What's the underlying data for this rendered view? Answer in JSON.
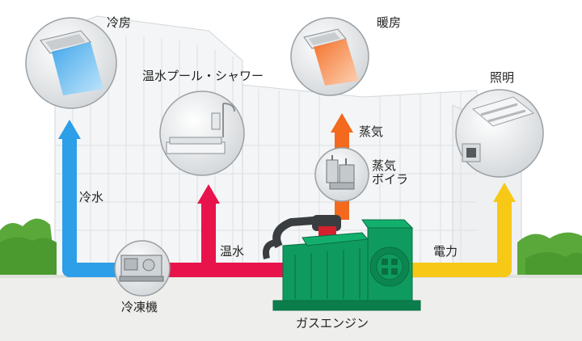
{
  "diagram": {
    "colors": {
      "cooling": "#2d9ee8",
      "hot_water": "#e8134b",
      "steam": "#f36a1f",
      "electricity": "#f8c817",
      "engine": "#0f9b5f",
      "grass": "#5aa83a",
      "sky": "#ffffff"
    },
    "labels": {
      "cooling": "冷房",
      "heating": "暖房",
      "lighting": "照明",
      "hot_water_pool_shower": "温水プール・シャワー",
      "steam": "蒸気",
      "steam_boiler_line1": "蒸気",
      "steam_boiler_line2": "ボイラ",
      "cold_water": "冷水",
      "hot_water": "温水",
      "electricity": "電力",
      "chiller": "冷凍機",
      "gas_engine": "ガスエンジン"
    },
    "icons": {
      "cooling": "ceiling-ac-cold-air-icon",
      "heating": "ceiling-ac-warm-air-icon",
      "lighting": "ceiling-light-icon",
      "pool_shower": "bathtub-shower-icon",
      "boiler": "steam-boiler-machine-icon",
      "chiller": "chiller-machine-icon",
      "engine": "gas-engine-generator-icon"
    }
  }
}
